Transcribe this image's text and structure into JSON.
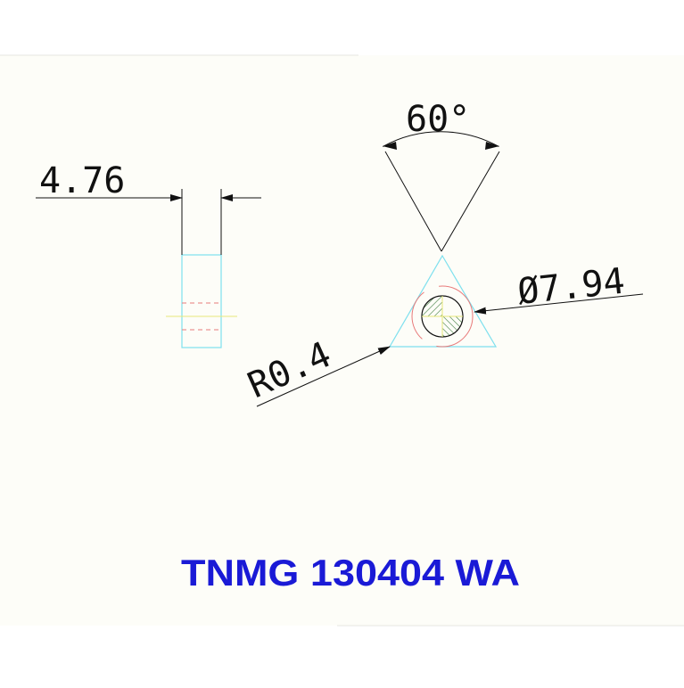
{
  "drawing": {
    "title": "TNMG 130404 WA",
    "dims": {
      "thickness": "4.76",
      "angle": "60°",
      "radius": "R0.4",
      "diameter": "Ø7.94"
    }
  },
  "colors": {
    "background": "#ffffff",
    "paper": "#fdfdf8",
    "dimension": "#111111",
    "insert_outline": "#7ee0ee",
    "centerline": "#e87a7a",
    "hatch": "#3a7a3a",
    "title": "#1a1ad6",
    "axis": "#e8e87a"
  }
}
